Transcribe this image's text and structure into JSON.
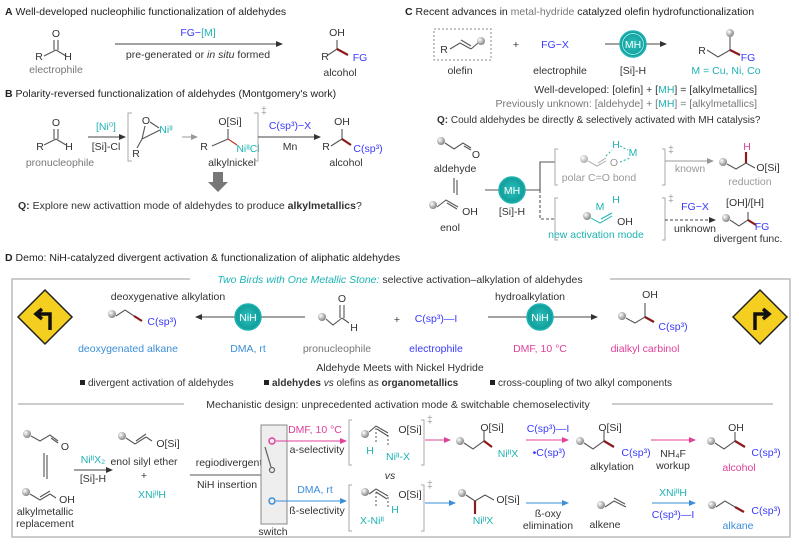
{
  "colors": {
    "accent_teal": "#1fb3b3",
    "electrophile_blue": "#3a3aff",
    "dmf_pink": "#e0409a",
    "dma_blue": "#3a8fd8",
    "bond_red": "#8b1a1a",
    "sign_yellow": "#f5cf1f"
  },
  "A": {
    "letter": "A",
    "title": "Well-developed nucleophilic functionalization of aldehydes",
    "O": "O",
    "R": "R",
    "H": "H",
    "electrophile": "electrophile",
    "reagent_fg": "FG−",
    "reagent_m": "[M]",
    "cond_pre": "pre-generated or ",
    "cond_insitu": "in situ",
    "cond_post": " formed",
    "OH": "OH",
    "FG": "FG",
    "alcohol": "alcohol"
  },
  "B": {
    "letter": "B",
    "title": "Polarity-reversed functionalization of aldehydes (Montgomery's work)",
    "O": "O",
    "R": "R",
    "H": "H",
    "pronucleophile": "pronucleophile",
    "ni0": "[Ni⁰]",
    "sicl": "[Si]-Cl",
    "ring_O": "O",
    "ring_Ni": "Niᴵᴵ",
    "OSi": "O[Si]",
    "NiCl": "NiᴵᴵCl",
    "alkylnickel": "alkylnickel",
    "dagger": "‡",
    "csp3x": "C(sp³)−X",
    "Mn": "Mn",
    "OH": "OH",
    "csp3": "C(sp³)",
    "alcohol": "alcohol",
    "q_label": "Q:",
    "q_text": " Explore new activattion mode of aldehydes to produce ",
    "q_bold": "alkylmetallics",
    "q_end": "?"
  },
  "C": {
    "letter": "C",
    "title_pre": "Recent advances in ",
    "title_mid": "metal-hydride",
    "title_post": " catalyzed olefin hydrofunctionalization",
    "R": "R",
    "olefin": "olefin",
    "plus": "+",
    "fgx": "FG−X",
    "electrophile": "electrophile",
    "MH": "MH",
    "siH": "[Si]-H",
    "FG": "FG",
    "metals": "M = Cu, Ni, Co",
    "well_pre": "Well-developed: [olefin] + [",
    "well_mh": "MH",
    "well_post": "] = [alkylmetallics]",
    "prev_pre": "Previously unknown: [aldehyde] + [",
    "prev_mh": "MH",
    "prev_post": "] = [alkylmetallics]",
    "q_label": "Q:",
    "q_text": " Could aldehydes be directly & selectively activated with MH catalysis?",
    "aldehyde": "aldehyde",
    "O": "O",
    "enol": "enol",
    "OH": "OH",
    "H": "H",
    "M": "M",
    "polar": "polar C=O bond",
    "known": "known",
    "OSi": "O[Si]",
    "reduction": "reduction",
    "new_mode": "new activation mode",
    "unknown": "unknown",
    "ohh": "[OH]/[H]",
    "divergent": "divergent func.",
    "dagger": "‡"
  },
  "D": {
    "letter": "D",
    "title": "Demo: NiH-catalyzed divergent activation & functionalization of aliphatic aldehydes",
    "banner_italic": "Two Birds with One Metallic Stone:",
    "banner_text": " selective activation–alkylation of aldehydes",
    "deoxy_title": "deoxygenative alkylation",
    "hydro_title": "hydroalkylation",
    "csp3": "C(sp³)",
    "NiH": "NiH",
    "deoxy_product": "deoxygenated alkane",
    "dma": "DMA, rt",
    "O": "O",
    "H": "H",
    "pronucleophile": "pronucleophile",
    "plus": "+",
    "csp3i": "C(sp³)—I",
    "electrophile": "electrophile",
    "dmf": "DMF, 10 °C",
    "OH": "OH",
    "carbinol": "dialkyl carbinol",
    "subtitle": "Aldehyde Meets with Nickel Hydride",
    "bullets": [
      {
        "text": "divergent activation of aldehydes"
      },
      {
        "b1": "aldehydes",
        "i": " vs ",
        "mid": "olefins as ",
        "b2": "organometallics"
      },
      {
        "text": "cross-coupling of two alkyl components"
      }
    ],
    "mech_title": "Mechanistic design: unprecedented activation mode & switchable chemoselectivity",
    "alkylmetallic": "alkylmetallic",
    "replacement": "replacement",
    "nix2": "NiᴵᴵX₂",
    "siH": "[Si]-H",
    "OSi": "O[Si]",
    "enol_ether": "enol silyl ether",
    "xnih": "XNiᴵᴵH",
    "regio": "regiodivergent",
    "insertion": "NiH insertion",
    "switch": "switch",
    "a_sel": "a-selectivity",
    "b_sel": "ß-selectivity",
    "vs": "vs",
    "niX": "Niᴵᴵ-X",
    "xNi": "X-Niᴵᴵ",
    "NiX": "NiᴵᴵX",
    "radical": "•C(sp³)",
    "alkylation": "alkylation",
    "nh4f": "NH₄F",
    "workup": "workup",
    "alcohol": "alcohol",
    "boxy1": "ß-oxy",
    "boxy2": "elimination",
    "alkene": "alkene",
    "alkane": "alkane",
    "dagger": "‡"
  }
}
